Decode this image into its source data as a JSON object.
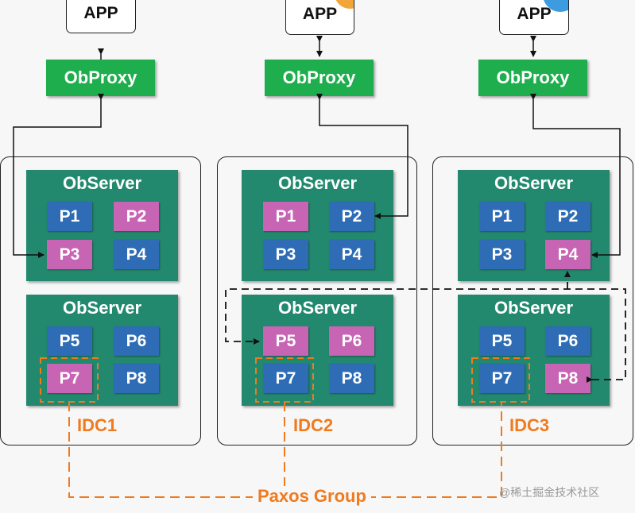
{
  "apps": [
    {
      "label": "APP"
    },
    {
      "label": "APP"
    },
    {
      "label": "APP"
    }
  ],
  "proxies": [
    {
      "label": "ObProxy"
    },
    {
      "label": "ObProxy"
    },
    {
      "label": "ObProxy"
    }
  ],
  "idcs": [
    {
      "label": "IDC1",
      "servers": [
        {
          "title": "ObServer",
          "partitions": [
            {
              "label": "P1",
              "role": "follower"
            },
            {
              "label": "P2",
              "role": "leader"
            },
            {
              "label": "P3",
              "role": "leader"
            },
            {
              "label": "P4",
              "role": "follower"
            }
          ]
        },
        {
          "title": "ObServer",
          "partitions": [
            {
              "label": "P5",
              "role": "follower"
            },
            {
              "label": "P6",
              "role": "follower"
            },
            {
              "label": "P7",
              "role": "leader"
            },
            {
              "label": "P8",
              "role": "follower"
            }
          ]
        }
      ]
    },
    {
      "label": "IDC2",
      "servers": [
        {
          "title": "ObServer",
          "partitions": [
            {
              "label": "P1",
              "role": "leader"
            },
            {
              "label": "P2",
              "role": "follower"
            },
            {
              "label": "P3",
              "role": "follower"
            },
            {
              "label": "P4",
              "role": "follower"
            }
          ]
        },
        {
          "title": "ObServer",
          "partitions": [
            {
              "label": "P5",
              "role": "leader"
            },
            {
              "label": "P6",
              "role": "leader"
            },
            {
              "label": "P7",
              "role": "follower"
            },
            {
              "label": "P8",
              "role": "follower"
            }
          ]
        }
      ]
    },
    {
      "label": "IDC3",
      "servers": [
        {
          "title": "ObServer",
          "partitions": [
            {
              "label": "P1",
              "role": "follower"
            },
            {
              "label": "P2",
              "role": "follower"
            },
            {
              "label": "P3",
              "role": "follower"
            },
            {
              "label": "P4",
              "role": "leader"
            }
          ]
        },
        {
          "title": "ObServer",
          "partitions": [
            {
              "label": "P5",
              "role": "follower"
            },
            {
              "label": "P6",
              "role": "follower"
            },
            {
              "label": "P7",
              "role": "follower"
            },
            {
              "label": "P8",
              "role": "leader"
            }
          ]
        }
      ]
    }
  ],
  "paxos_label": "Paxos Group",
  "watermark": "@稀土掘金技术社区",
  "colors": {
    "proxy": "#1fae4e",
    "server": "#23896e",
    "follower": "#2e6db5",
    "leader": "#c864b4",
    "accent_orange": "#f07a1e"
  }
}
